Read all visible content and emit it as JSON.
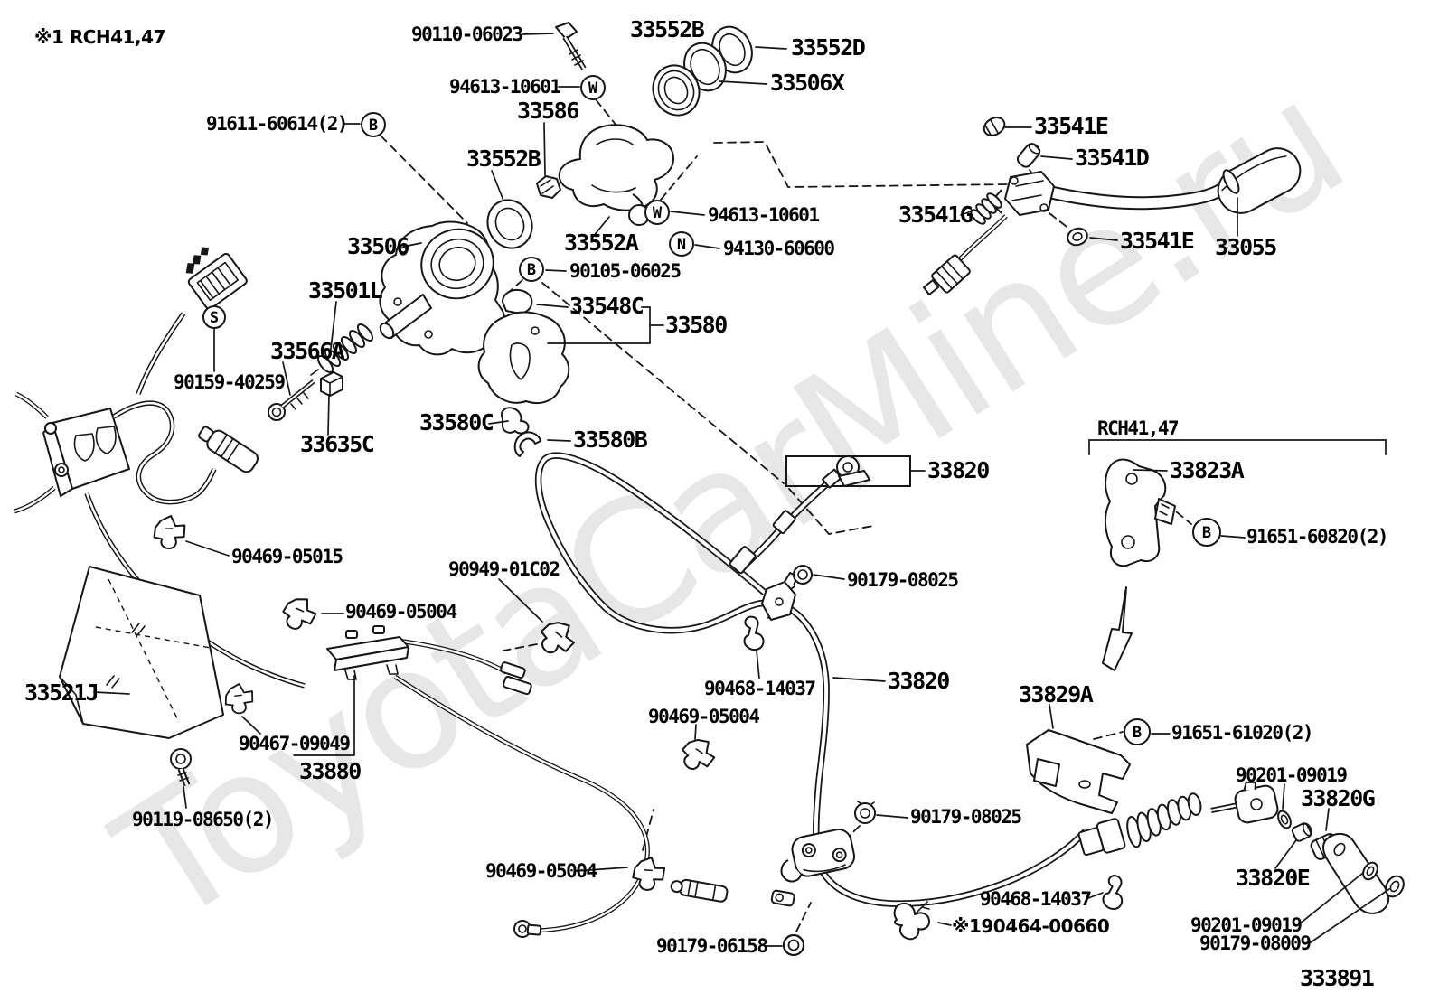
{
  "diagram": {
    "footnote": "※1 RCH41,47",
    "region_label": "RCH41,47",
    "figure_number": "333891",
    "watermark": "ToyotaCarMine.ru",
    "symbols": {
      "b": "B",
      "w": "W",
      "n": "N",
      "s": "S"
    },
    "parts": {
      "p90110_06023": "90110-06023",
      "p94613_10601": "94613-10601",
      "p91611_60614": "91611-60614(2)",
      "p33552b": "33552B",
      "p33552d": "33552D",
      "p33506x": "33506X",
      "p33586": "33586",
      "p33552a": "33552A",
      "p94130_60600": "94130-60600",
      "p33506": "33506",
      "p90105_06025": "90105-06025",
      "p33501l": "33501L",
      "p33548c": "33548C",
      "p33580": "33580",
      "p33566a": "33566A",
      "p90159_40259": "90159-40259",
      "p33635c": "33635C",
      "p33580c": "33580C",
      "p33580b": "33580B",
      "p33541e": "33541E",
      "p33541d": "33541D",
      "p33541g": "33541G",
      "p33055": "33055",
      "p33820": "33820",
      "p33823a": "33823A",
      "p91651_60820": "91651-60820(2)",
      "p90469_05015": "90469-05015",
      "p90949_01c02": "90949-01C02",
      "p90179_08025": "90179-08025",
      "p90469_05004": "90469-05004",
      "p33521j": "33521J",
      "p90468_14037": "90468-14037",
      "p33829a": "33829A",
      "p91651_61020": "91651-61020(2)",
      "p90467_09049": "90467-09049",
      "p33880": "33880",
      "p90119_08650": "90119-08650(2)",
      "p90179_06158": "90179-06158",
      "p190464_00660": "※190464-00660",
      "p90201_09019": "90201-09019",
      "p33820g": "33820G",
      "p33820e": "33820E",
      "p90179_08009": "90179-08009"
    }
  }
}
